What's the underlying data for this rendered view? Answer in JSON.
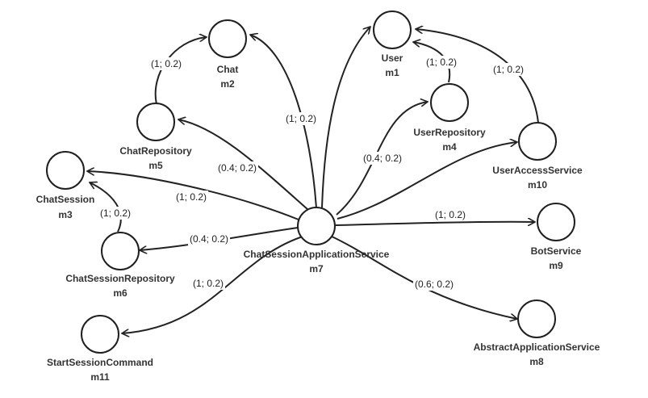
{
  "nodes": {
    "user": {
      "name": "User",
      "id": "m1"
    },
    "chat": {
      "name": "Chat",
      "id": "m2"
    },
    "chatsession": {
      "name": "ChatSession",
      "id": "m3"
    },
    "userrepo": {
      "name": "UserRepository",
      "id": "m4"
    },
    "chatrepo": {
      "name": "ChatRepository",
      "id": "m5"
    },
    "chatsessionrepo": {
      "name": "ChatSessionRepository",
      "id": "m6"
    },
    "app": {
      "name": "ChatSessionApplicationService",
      "id": "m7"
    },
    "abstractapp": {
      "name": "AbstractApplicationService",
      "id": "m8"
    },
    "bot": {
      "name": "BotService",
      "id": "m9"
    },
    "useraccess": {
      "name": "UserAccessService",
      "id": "m10"
    },
    "startcmd": {
      "name": "StartSessionCommand",
      "id": "m11"
    }
  },
  "edges": {
    "chatrepo_chat": "(1; 0.2)",
    "app_chat": "(1; 0.2)",
    "app_chatrepo": "(0.4; 0.2)",
    "app_chatsession": "(1; 0.2)",
    "chatsessionrepo_chatsession": "(1; 0.2)",
    "app_chatsessionrepo": "(0.4; 0.2)",
    "app_startcmd": "(1; 0.2)",
    "userrepo_user": "(1; 0.2)",
    "useraccess_user": "(1; 0.2)",
    "app_userrepo": "(0.4; 0.2)",
    "app_bot": "(1; 0.2)",
    "app_abstractapp": "(0.6; 0.2)"
  }
}
